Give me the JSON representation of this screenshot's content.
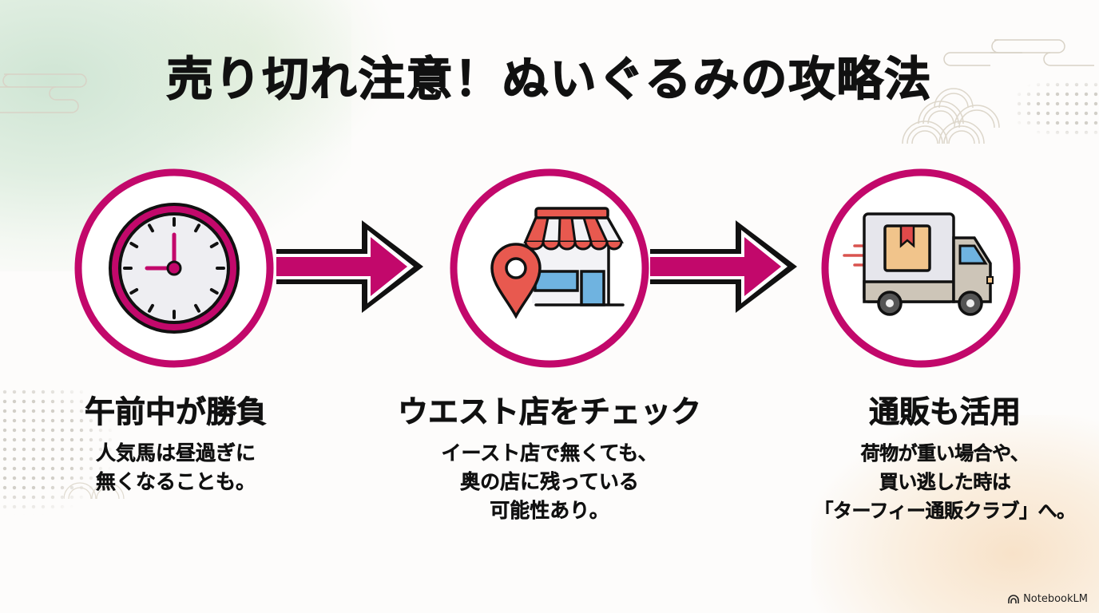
{
  "title": "売り切れ注意！ぬいぐるみの攻略法",
  "colors": {
    "accent": "#c2086b",
    "outline": "#111111",
    "awning_red": "#e8594f",
    "window_blue": "#6fb3e0",
    "box_tan": "#f1c48b",
    "truck_grey": "#cdc5b8"
  },
  "steps": [
    {
      "icon": "clock-icon",
      "heading": "午前中が勝負",
      "lines": [
        "人気馬は昼過ぎに",
        "無くなることも。"
      ]
    },
    {
      "icon": "storefront-location-icon",
      "heading": "ウエスト店をチェック",
      "lines": [
        "イースト店で無くても、",
        "奥の店に残っている",
        "可能性あり。"
      ]
    },
    {
      "icon": "delivery-truck-icon",
      "heading": "通販も活用",
      "lines": [
        "荷物が重い場合や、",
        "買い逃した時は",
        "「ターフィー通販クラブ」へ。"
      ]
    }
  ],
  "arrows": [
    "arrow-right-icon",
    "arrow-right-icon"
  ],
  "brand": {
    "icon": "notebooklm-logo-icon",
    "label": "NotebookLM"
  }
}
